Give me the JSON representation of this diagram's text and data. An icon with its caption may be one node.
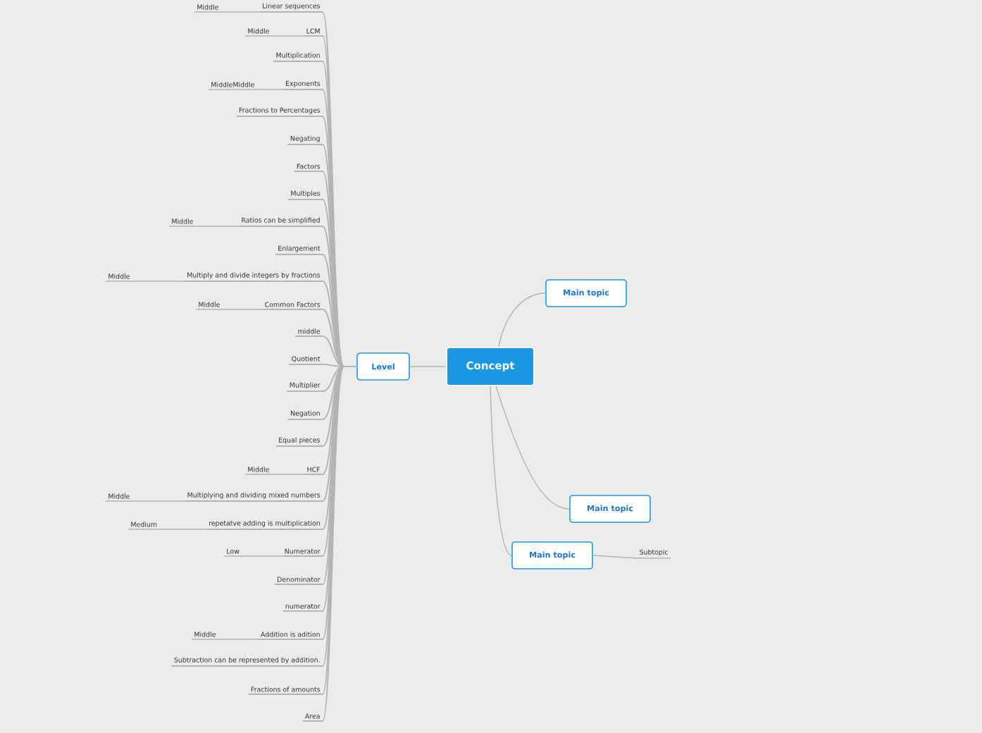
{
  "diagram": {
    "nodes": [
      {
        "text": [
          "Concept"
        ]
      },
      {
        "text": [
          "Main topic"
        ]
      },
      {
        "text": [
          "Main topic"
        ]
      },
      {
        "text": [
          "Main topic"
        ]
      },
      {
        "text": [
          "Subtopic"
        ]
      },
      {
        "text": [
          "Level"
        ]
      },
      {
        "text": [
          "Linear sequences"
        ]
      },
      {
        "text": [
          "Middle"
        ]
      },
      {
        "text": [
          "LCM"
        ]
      },
      {
        "text": [
          "Middle"
        ]
      },
      {
        "text": [
          "Multiplication"
        ]
      },
      {
        "text": [
          "Exponents"
        ]
      },
      {
        "text": [
          "MiddleMiddle"
        ]
      },
      {
        "text": [
          "Fractions to Percentages"
        ]
      },
      {
        "text": [
          "Negating"
        ]
      },
      {
        "text": [
          "Factors"
        ]
      },
      {
        "text": [
          "Multiples"
        ]
      },
      {
        "text": [
          "Ratios can be simplified"
        ]
      },
      {
        "text": [
          "Middle"
        ]
      },
      {
        "text": [
          "Enlargement"
        ]
      },
      {
        "text": [
          "Multiply and divide integers by fractions"
        ]
      },
      {
        "text": [
          "Middle"
        ]
      },
      {
        "text": [
          "Common Factors"
        ]
      },
      {
        "text": [
          "Middle"
        ]
      },
      {
        "text": [
          "middle"
        ]
      },
      {
        "text": [
          "Quotient"
        ]
      },
      {
        "text": [
          "Multiplier"
        ]
      },
      {
        "text": [
          "Negation"
        ]
      },
      {
        "text": [
          "Equal pieces"
        ]
      },
      {
        "text": [
          "HCF"
        ]
      },
      {
        "text": [
          "Middle"
        ]
      },
      {
        "text": [
          "Multiplying and dividing mixed numbers"
        ]
      },
      {
        "text": [
          "Middle"
        ]
      },
      {
        "text": [
          "repetatve adding is multiplication"
        ]
      },
      {
        "text": [
          "Medium"
        ]
      },
      {
        "text": [
          "Numerator"
        ]
      },
      {
        "text": [
          "Low"
        ]
      },
      {
        "text": [
          "Denominator"
        ]
      },
      {
        "text": [
          "numerator"
        ]
      },
      {
        "text": [
          "Addition is adition"
        ]
      },
      {
        "text": [
          "Middle"
        ]
      },
      {
        "text": [
          "Subtraction can be represented by addition."
        ]
      },
      {
        "text": [
          "Fractions of amounts"
        ]
      },
      {
        "text": [
          "Area"
        ]
      }
    ],
    "edges": [
      {
        "from": 0,
        "to": 1,
        "arrow": "none"
      },
      {
        "from": 0,
        "to": 2,
        "arrow": "none"
      },
      {
        "from": 0,
        "to": 3,
        "arrow": "none"
      },
      {
        "from": 3,
        "to": 4,
        "arrow": "none"
      },
      {
        "from": 0,
        "to": 5,
        "arrow": "none"
      },
      {
        "from": 5,
        "to": 6,
        "arrow": "none"
      },
      {
        "from": 6,
        "to": 7,
        "arrow": "none"
      },
      {
        "from": 5,
        "to": 8,
        "arrow": "none"
      },
      {
        "from": 8,
        "to": 9,
        "arrow": "none"
      },
      {
        "from": 5,
        "to": 10,
        "arrow": "none"
      },
      {
        "from": 5,
        "to": 11,
        "arrow": "none"
      },
      {
        "from": 11,
        "to": 12,
        "arrow": "none"
      },
      {
        "from": 5,
        "to": 13,
        "arrow": "none"
      },
      {
        "from": 5,
        "to": 14,
        "arrow": "none"
      },
      {
        "from": 5,
        "to": 15,
        "arrow": "none"
      },
      {
        "from": 5,
        "to": 16,
        "arrow": "none"
      },
      {
        "from": 5,
        "to": 17,
        "arrow": "none"
      },
      {
        "from": 17,
        "to": 18,
        "arrow": "none"
      },
      {
        "from": 5,
        "to": 19,
        "arrow": "none"
      },
      {
        "from": 5,
        "to": 20,
        "arrow": "none"
      },
      {
        "from": 20,
        "to": 21,
        "arrow": "none"
      },
      {
        "from": 5,
        "to": 22,
        "arrow": "none"
      },
      {
        "from": 22,
        "to": 23,
        "arrow": "none"
      },
      {
        "from": 5,
        "to": 24,
        "arrow": "none"
      },
      {
        "from": 5,
        "to": 25,
        "arrow": "none"
      },
      {
        "from": 5,
        "to": 26,
        "arrow": "none"
      },
      {
        "from": 5,
        "to": 27,
        "arrow": "none"
      },
      {
        "from": 5,
        "to": 28,
        "arrow": "none"
      },
      {
        "from": 5,
        "to": 29,
        "arrow": "none"
      },
      {
        "from": 29,
        "to": 30,
        "arrow": "none"
      },
      {
        "from": 5,
        "to": 31,
        "arrow": "none"
      },
      {
        "from": 31,
        "to": 32,
        "arrow": "none"
      },
      {
        "from": 5,
        "to": 33,
        "arrow": "none"
      },
      {
        "from": 33,
        "to": 34,
        "arrow": "none"
      },
      {
        "from": 5,
        "to": 35,
        "arrow": "none"
      },
      {
        "from": 35,
        "to": 36,
        "arrow": "none"
      },
      {
        "from": 5,
        "to": 37,
        "arrow": "none"
      },
      {
        "from": 5,
        "to": 38,
        "arrow": "none"
      },
      {
        "from": 5,
        "to": 39,
        "arrow": "none"
      },
      {
        "from": 39,
        "to": 40,
        "arrow": "none"
      },
      {
        "from": 5,
        "to": 41,
        "arrow": "none"
      },
      {
        "from": 5,
        "to": 42,
        "arrow": "none"
      },
      {
        "from": 5,
        "to": 43,
        "arrow": "none"
      }
    ]
  }
}
